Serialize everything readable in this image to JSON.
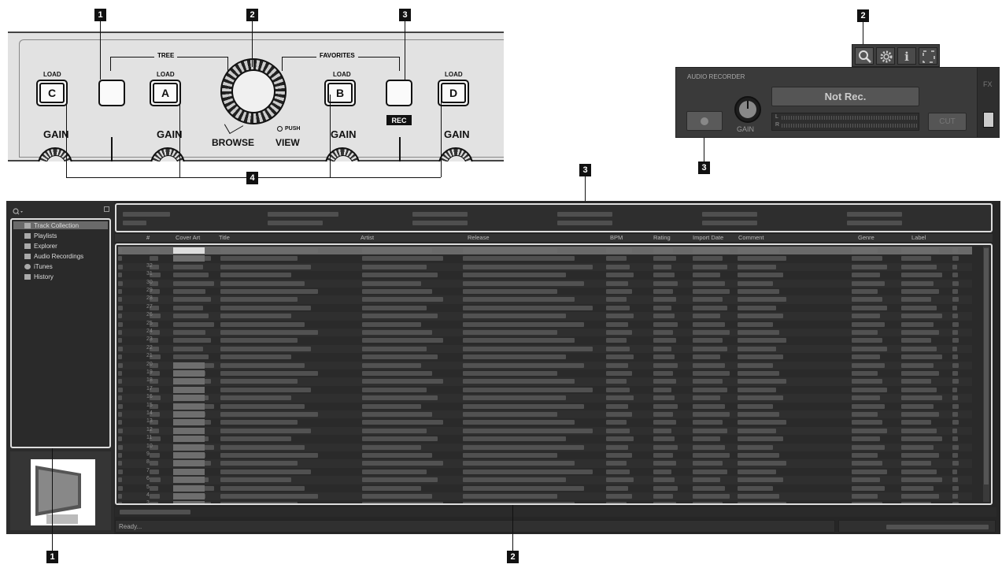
{
  "callouts": {
    "c1_top": "1",
    "c2_top": "2",
    "c3_top": "3",
    "c4": "4",
    "c2_rec": "2",
    "c3_rec": "3",
    "c3_main": "3",
    "c1_bottom": "1",
    "c2_bottom": "2"
  },
  "controller": {
    "tree": "TREE",
    "favorites": "FAVORITES",
    "load": "LOAD",
    "gain": "GAIN",
    "rec": "REC",
    "push": "PUSH",
    "browse": "BROWSE",
    "view": "VIEW",
    "decks": [
      "C",
      "A",
      "B",
      "D"
    ]
  },
  "recorder": {
    "title": "AUDIO RECORDER",
    "status": "Not Rec.",
    "gain": "GAIN",
    "left": "L",
    "right": "R",
    "cut": "CUT",
    "fx": "FX",
    "icons": [
      "search-icon",
      "gear-icon",
      "info-icon",
      "fullscreen-icon"
    ],
    "info_glyph": "i"
  },
  "browser": {
    "tree": [
      "Track Collection",
      "Playlists",
      "Explorer",
      "Audio Recordings",
      "iTunes",
      "History"
    ],
    "columns": [
      "#",
      "Cover Art",
      "Title",
      "Artist",
      "Release",
      "BPM",
      "Rating",
      "Import Date",
      "Comment",
      "Genre",
      "Label"
    ],
    "status": "Ready...",
    "row_numbers": [
      "",
      "",
      "32",
      "31",
      "30",
      "29",
      "28",
      "27",
      "26",
      "25",
      "24",
      "23",
      "22",
      "21",
      "20",
      "19",
      "18",
      "17",
      "16",
      "15",
      "14",
      "13",
      "12",
      "11",
      "10",
      "9",
      "8",
      "7",
      "6",
      "5",
      "4",
      "3"
    ]
  },
  "colors": {
    "selected": "#6a6a6a",
    "panel": "#e2e2e2",
    "window": "#262626",
    "accent_rec": "#111"
  }
}
